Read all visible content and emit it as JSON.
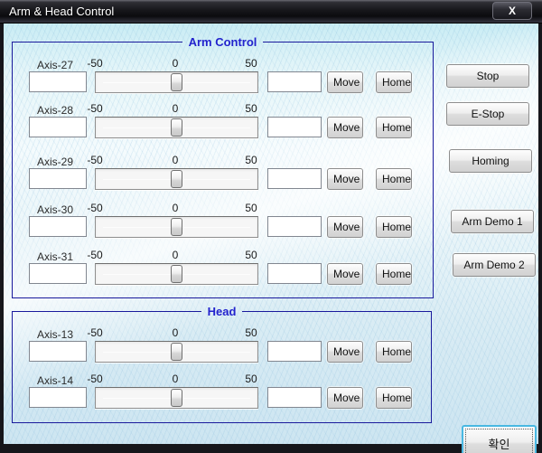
{
  "window": {
    "title": "Arm & Head Control",
    "close": "X"
  },
  "ticks": {
    "min": "-50",
    "mid": "0",
    "max": "50"
  },
  "labels": {
    "move": "Move",
    "home": "Home"
  },
  "inputs": {
    "current": "",
    "target": ""
  },
  "slider": {
    "value": 0,
    "min": -50,
    "max": 50
  },
  "arm": {
    "title": "Arm Control",
    "axes": [
      "Axis-27",
      "Axis-28",
      "Axis-29",
      "Axis-30",
      "Axis-31"
    ]
  },
  "head": {
    "title": "Head",
    "axes": [
      "Axis-13",
      "Axis-14"
    ]
  },
  "side_buttons": {
    "stop": "Stop",
    "estop": "E-Stop",
    "homing": "Homing",
    "demo1": "Arm Demo 1",
    "demo2": "Arm Demo 2"
  },
  "confirm": {
    "label": "확인"
  },
  "colors": {
    "group_border": "#1a1a9c",
    "group_title": "#2323cd",
    "focus_accent": "#49b8e2",
    "titlebar_text": "#ffffff"
  }
}
